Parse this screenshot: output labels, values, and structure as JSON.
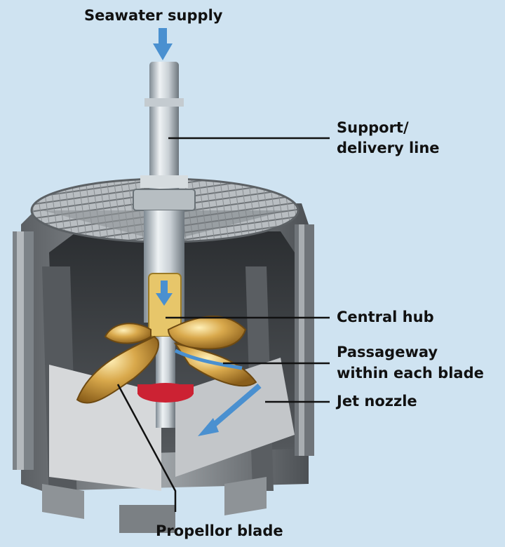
{
  "labels": {
    "seawater_supply": "Seawater supply",
    "support_line_1": "Support/",
    "support_line_2": "delivery line",
    "central_hub": "Central hub",
    "passageway_1": "Passageway",
    "passageway_2": "within each blade",
    "jet_nozzle": "Jet nozzle",
    "propellor_blade": "Propellor blade"
  },
  "colors": {
    "background": "#cfe3f1",
    "flow_arrow": "#4a90d0",
    "blade_gold": "#d4a54a",
    "hub_red": "#cc2233",
    "steel": "#9aa0a6"
  }
}
